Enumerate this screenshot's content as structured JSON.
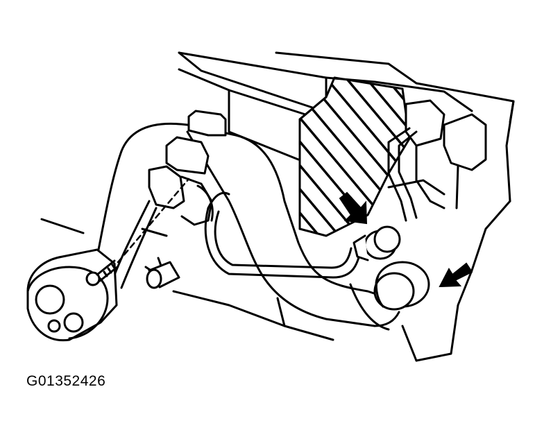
{
  "figure": {
    "id": "G01352426"
  },
  "colors": {
    "ink": "#000000",
    "paper": "#ffffff"
  },
  "callouts": [
    {
      "icon": "arrow-icon",
      "points_to": "pipe-fitting-upper"
    },
    {
      "icon": "arrow-icon",
      "points_to": "pipe-fitting-lower"
    }
  ]
}
